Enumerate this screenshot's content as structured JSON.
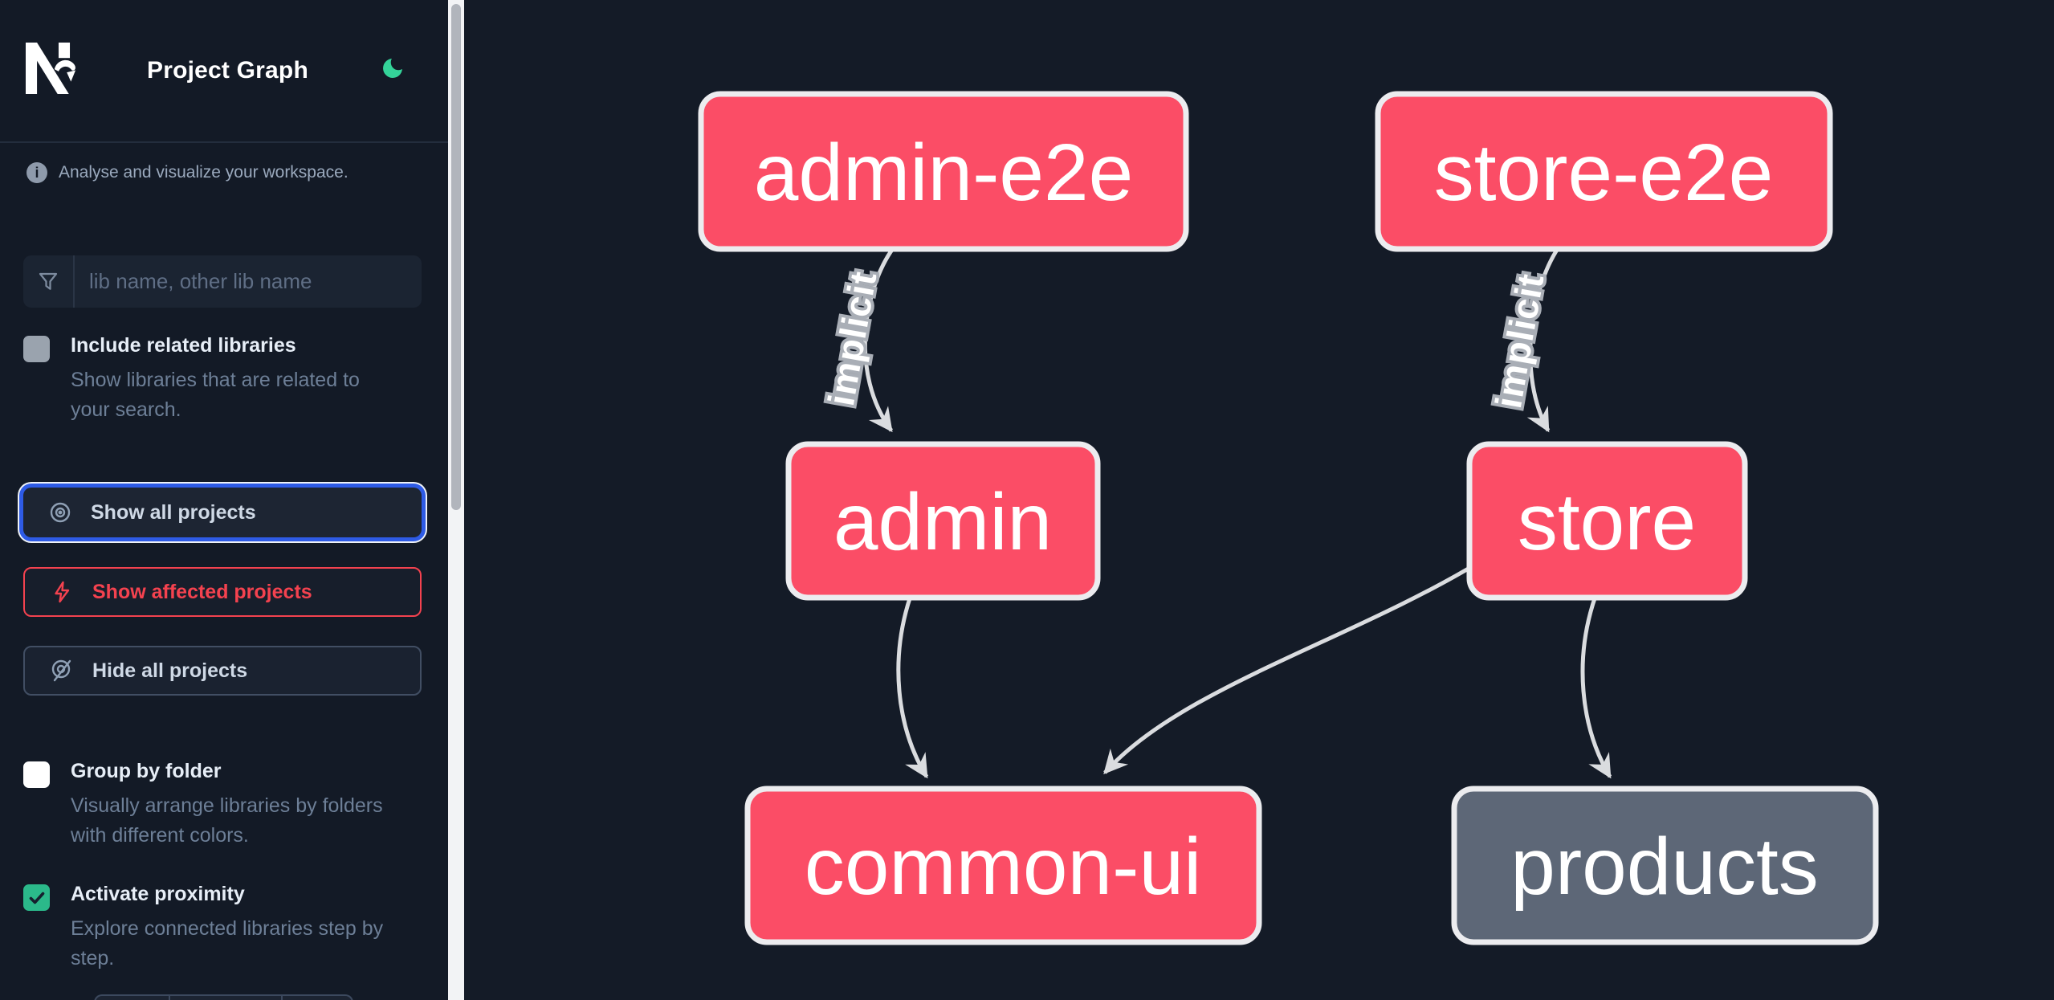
{
  "app": {
    "title": "Project Graph"
  },
  "colors": {
    "sidebar_bg": "#131a26",
    "canvas_bg": "#141b27",
    "node_pink": "#fb4d66",
    "node_gray": "#5d6777",
    "node_border": "#ececef",
    "edge_gray": "#dadcdf",
    "focus_ring_blue": "#2e5be6",
    "affected_red": "#f4424f",
    "accent_green": "#2ebd8c",
    "checkbox_checked_green": "#2bb98a"
  },
  "sidebar": {
    "info_text": "Analyse and visualize your workspace.",
    "search": {
      "placeholder": "lib name, other lib name"
    },
    "include_related": {
      "label": "Include related libraries",
      "description": "Show libraries that are related to your search.",
      "checked": false,
      "disabled": true
    },
    "actions": {
      "show_all": {
        "label": "Show all projects",
        "focused": true
      },
      "show_affected": {
        "label": "Show affected projects"
      },
      "hide_all": {
        "label": "Hide all projects"
      }
    },
    "group_by_folder": {
      "label": "Group by folder",
      "description": "Visually arrange libraries by folders with different colors.",
      "checked": false
    },
    "activate_proximity": {
      "label": "Activate proximity",
      "description": "Explore connected libraries step by step.",
      "checked": true
    }
  },
  "graph": {
    "nodes": [
      {
        "id": "admin-e2e",
        "label": "admin-e2e",
        "color": "pink"
      },
      {
        "id": "store-e2e",
        "label": "store-e2e",
        "color": "pink"
      },
      {
        "id": "admin",
        "label": "admin",
        "color": "pink"
      },
      {
        "id": "store",
        "label": "store",
        "color": "pink"
      },
      {
        "id": "common-ui",
        "label": "common-ui",
        "color": "pink"
      },
      {
        "id": "products",
        "label": "products",
        "color": "gray"
      }
    ],
    "edges": [
      {
        "source": "admin-e2e",
        "target": "admin",
        "label": "implicit"
      },
      {
        "source": "store-e2e",
        "target": "store",
        "label": "implicit"
      },
      {
        "source": "admin",
        "target": "common-ui",
        "label": ""
      },
      {
        "source": "store",
        "target": "common-ui",
        "label": ""
      },
      {
        "source": "store",
        "target": "products",
        "label": ""
      }
    ]
  }
}
